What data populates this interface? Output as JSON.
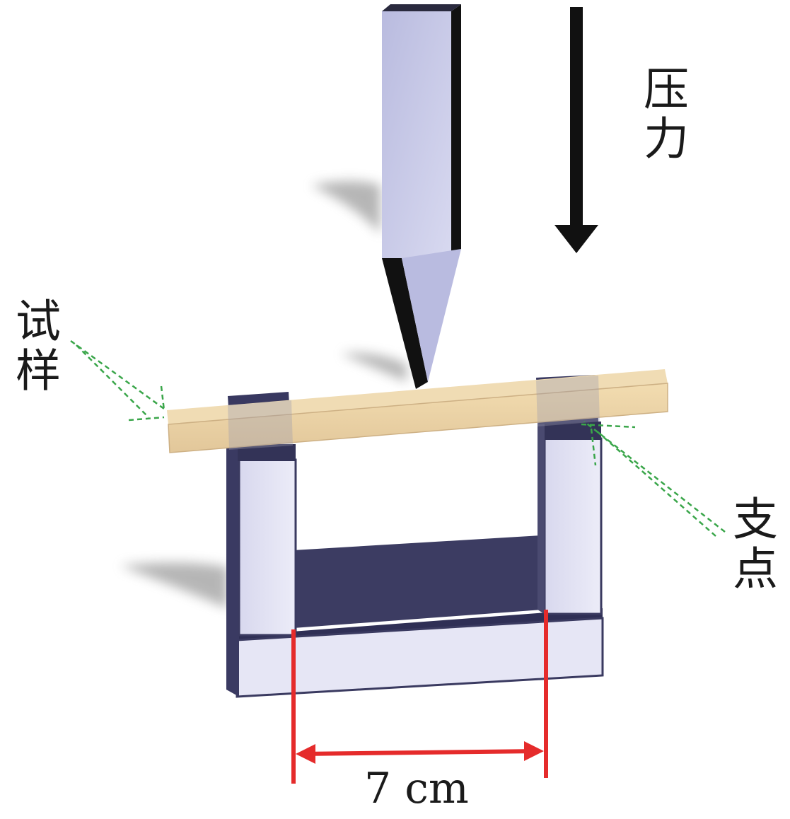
{
  "labels": {
    "pressure": "压力",
    "specimen": "试样",
    "fulcrum": "支点",
    "span": "7 cm"
  },
  "colors": {
    "fixture_light": "#e4e4f4",
    "fixture_dark": "#3a3a60",
    "blade_light": "#b6b7dc",
    "blade_dark": "#111111",
    "specimen_wood": "#ead3a6",
    "dimension_line": "#e52b2b",
    "leader_line": "#3aa64a",
    "arrow": "#111111"
  },
  "icons": {
    "force_arrow": "down-arrow-icon"
  }
}
